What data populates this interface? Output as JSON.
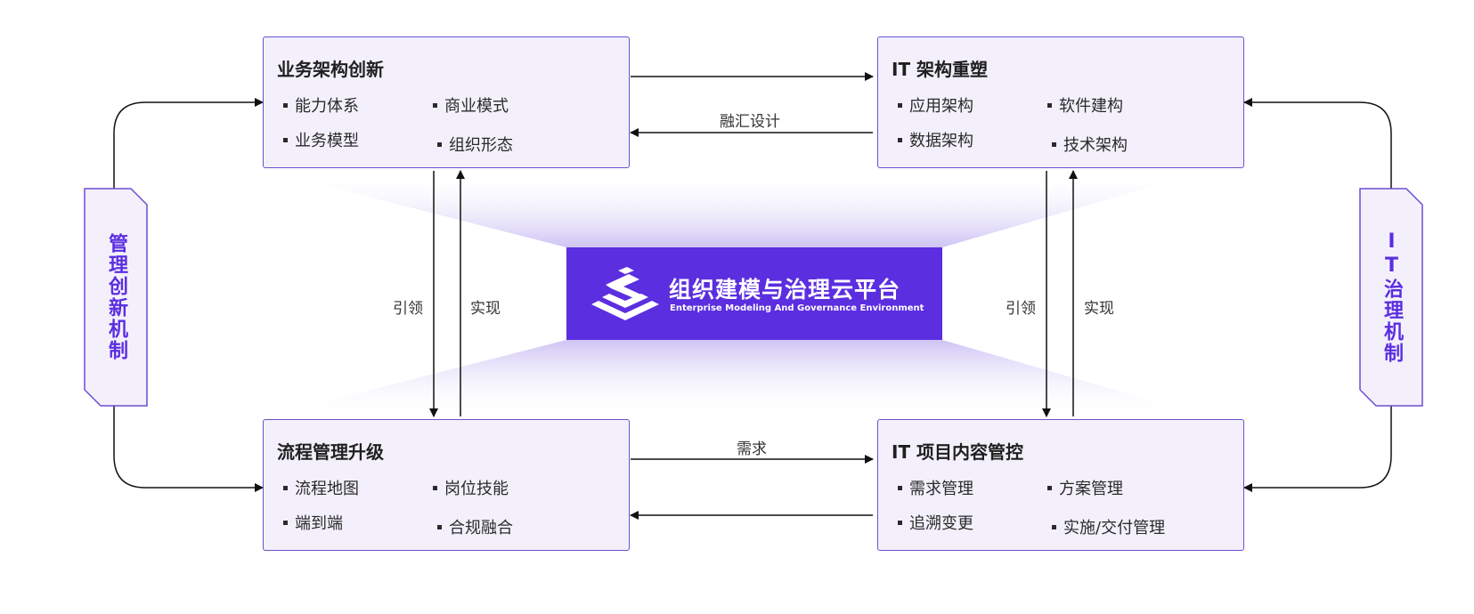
{
  "boxes": {
    "business_arch": {
      "title": "业务架构创新",
      "items": [
        "能力体系",
        "商业模式",
        "业务模型",
        "组织形态"
      ]
    },
    "it_arch": {
      "title": "IT 架构重塑",
      "items": [
        "应用架构",
        "软件建构",
        "数据架构",
        "技术架构"
      ]
    },
    "process_mgmt": {
      "title": "流程管理升级",
      "items": [
        "流程地图",
        "岗位技能",
        "端到端",
        "合规融合"
      ]
    },
    "it_project": {
      "title": "IT 项目内容管控",
      "items": [
        "需求管理",
        "方案管理",
        "追溯变更",
        "实施/交付管理"
      ]
    }
  },
  "side_tags": {
    "left": "管理创新机制",
    "right": "IT治理机制"
  },
  "flow_labels": {
    "top_middle": "融汇设计",
    "bottom_middle": "需求",
    "left_lead": "引领",
    "left_realize": "实现",
    "right_lead": "引领",
    "right_realize": "实现"
  },
  "center": {
    "title": "组织建模与治理云平台",
    "subtitle": "Enterprise Modeling And Governance Environment",
    "logo_icon": "stacked-layers-e-icon"
  },
  "colors": {
    "accent": "#5b2ee0",
    "box_fill": "#f3f0fc",
    "box_border": "#6a4fd0",
    "arrow": "#111111"
  }
}
